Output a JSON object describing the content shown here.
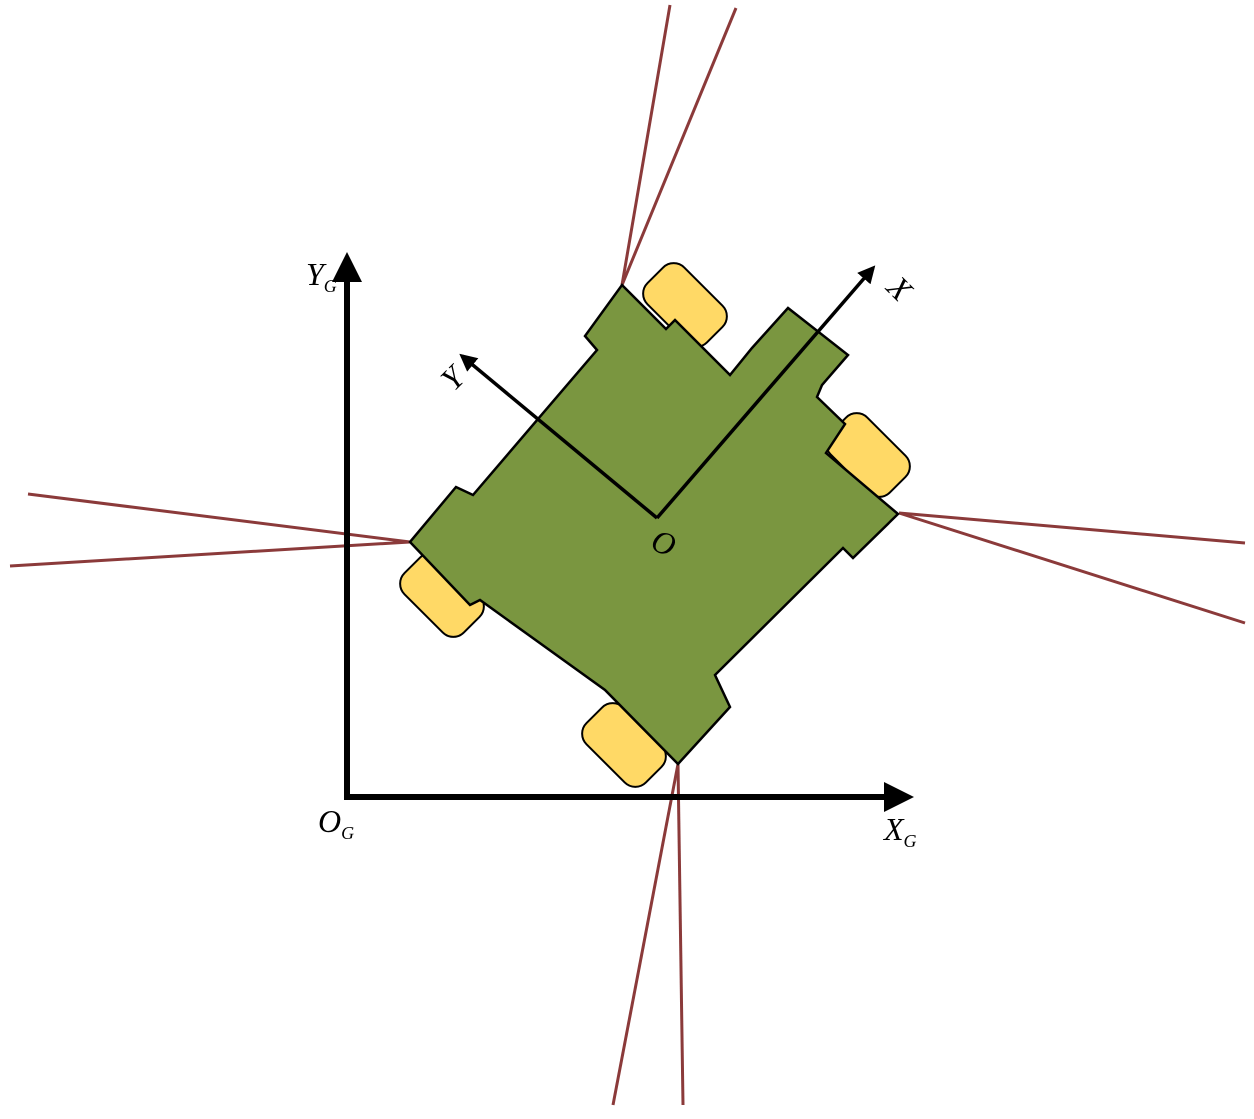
{
  "colors": {
    "background": "#ffffff",
    "robot_body": "#7a9640",
    "wheel": "#ffd966",
    "outline": "#000000",
    "sensor_ray": "#8b3a3a"
  },
  "global_frame": {
    "origin_label": "O",
    "origin_sub": "G",
    "x_label": "X",
    "x_sub": "G",
    "y_label": "Y",
    "y_sub": "G"
  },
  "robot_frame": {
    "origin_label": "O",
    "x_label": "X",
    "y_label": "Y"
  }
}
